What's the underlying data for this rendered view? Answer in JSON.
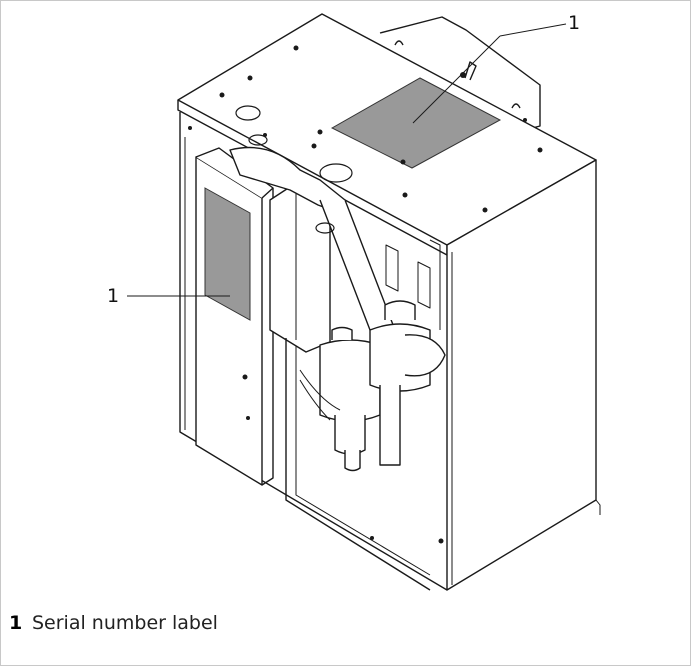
{
  "figure": {
    "callouts": [
      "1",
      "1"
    ],
    "legend": [
      {
        "number": "1",
        "text": "Serial number label"
      }
    ]
  }
}
